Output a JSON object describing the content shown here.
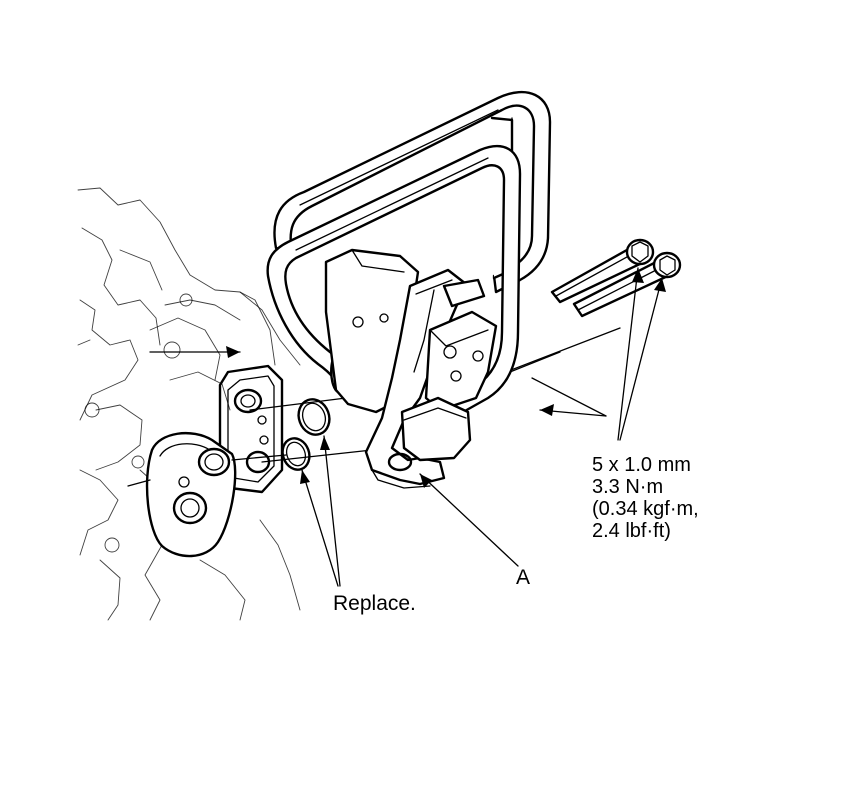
{
  "callouts": {
    "bolt_spec": {
      "size": "5 x 1.0 mm",
      "torque_nm": "3.3 N·m",
      "torque_kgfm": "(0.34 kgf·m,",
      "torque_lbfft": "2.4 lbf·ft)"
    },
    "part_label": "A",
    "oring_note": "Replace."
  },
  "colors": {
    "line": "#000000",
    "background": "#ffffff"
  }
}
